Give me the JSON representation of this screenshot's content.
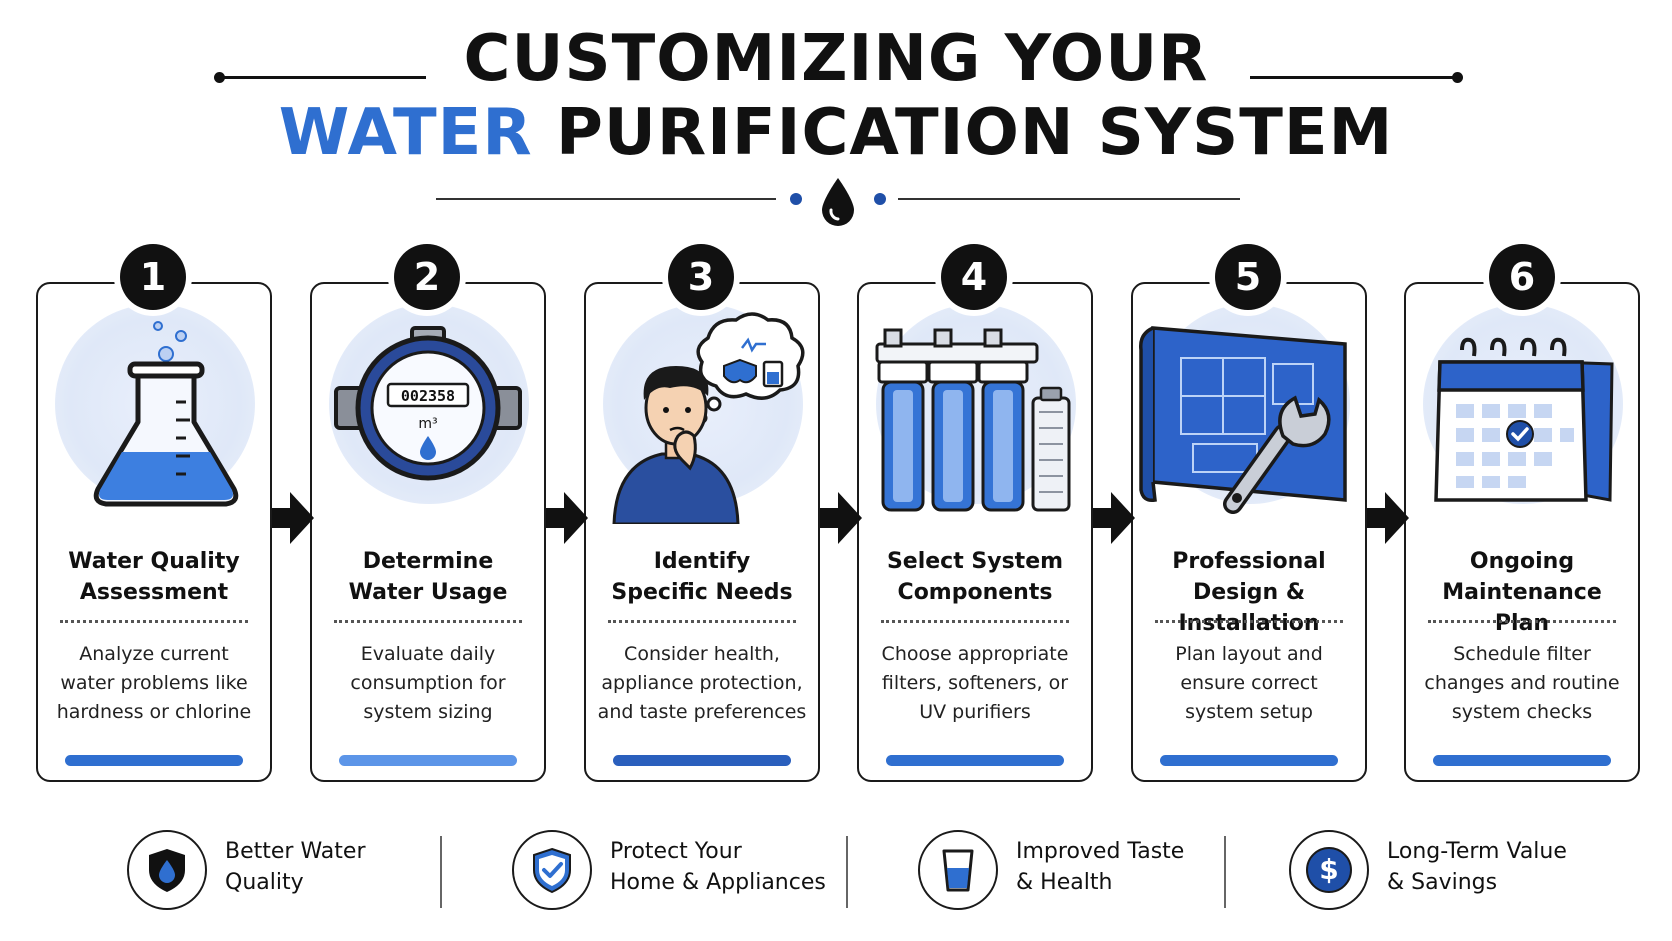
{
  "header": {
    "title_line1": "CUSTOMIZING YOUR",
    "title_accent": "WATER",
    "title_line2_rest": " PURIFICATION SYSTEM"
  },
  "steps": [
    {
      "number": "1",
      "title_l1": "Water Quality",
      "title_l2": "Assessment",
      "desc_l1": "Analyze current",
      "desc_l2": "water problems like",
      "desc_l3": "hardness or chlorine",
      "illustration": "flask-icon"
    },
    {
      "number": "2",
      "title_l1": "Determine",
      "title_l2": "Water Usage",
      "desc_l1": "Evaluate daily",
      "desc_l2": "consumption for",
      "desc_l3": "system sizing",
      "illustration": "water-meter-icon",
      "meter_reading": "002358",
      "meter_unit": "m³"
    },
    {
      "number": "3",
      "title_l1": "Identify",
      "title_l2": "Specific Needs",
      "desc_l1": "Consider health,",
      "desc_l2": "appliance protection,",
      "desc_l3": "and taste preferences",
      "illustration": "thinking-person-icon"
    },
    {
      "number": "4",
      "title_l1": "Select System",
      "title_l2": "Components",
      "desc_l1": "Choose appropriate",
      "desc_l2": "filters, softeners, or",
      "desc_l3": "UV purifiers",
      "illustration": "filter-housings-icon"
    },
    {
      "number": "5",
      "title_l1": "Professional",
      "title_l2": "Design & Installation",
      "desc_l1": "Plan layout and",
      "desc_l2": "ensure correct",
      "desc_l3": "system setup",
      "illustration": "blueprint-wrench-icon"
    },
    {
      "number": "6",
      "title_l1": "Ongoing",
      "title_l2": "Maintenance Plan",
      "desc_l1": "Schedule filter",
      "desc_l2": "changes and routine",
      "desc_l3": "system checks",
      "illustration": "calendar-icon"
    }
  ],
  "benefits": [
    {
      "l1": "Better Water",
      "l2": "Quality",
      "icon": "shield-drop-icon"
    },
    {
      "l1": "Protect Your",
      "l2": "Home & Appliances",
      "icon": "shield-check-icon"
    },
    {
      "l1": "Improved Taste",
      "l2": "& Health",
      "icon": "water-glass-icon"
    },
    {
      "l1": "Long-Term Value",
      "l2": "& Savings",
      "icon": "dollar-icon"
    }
  ],
  "colors": {
    "accent": "#2f6fd0",
    "dark": "#111111",
    "halo": "#e4ecfa",
    "navy": "#1f4fa8"
  }
}
